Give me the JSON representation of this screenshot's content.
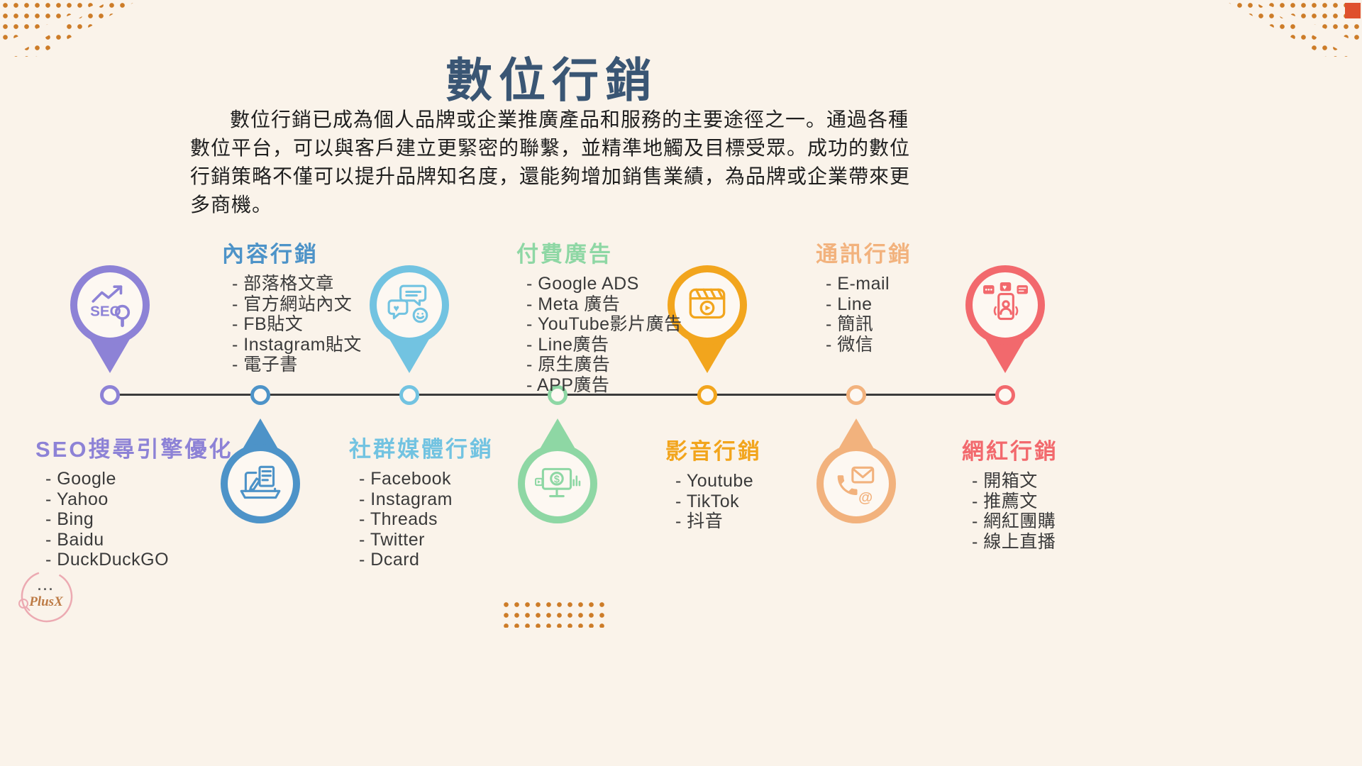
{
  "page": {
    "title": "數位行銷",
    "description": "數位行銷已成為個人品牌或企業推廣產品和服務的主要途徑之一。通過各種數位平台，可以與客戶建立更緊密的聯繫，並精準地觸及目標受眾。成功的數位行銷策略不僅可以提升品牌知名度，還能夠增加銷售業績，為品牌或企業帶來更多商機。"
  },
  "timeline": {
    "categories": [
      {
        "id": "seo",
        "title": "SEO搜尋引擎優化",
        "color": "#8d82d6",
        "icon": "seo-pin-icon",
        "items": [
          "- Google",
          "- Yahoo",
          "- Bing",
          "- Baidu",
          "- DuckDuckGO"
        ]
      },
      {
        "id": "content",
        "title": "內容行銷",
        "color": "#4d93c8",
        "icon": "content-marketing-pin-icon",
        "items": [
          "- 部落格文章",
          "- 官方網站內文",
          "- FB貼文",
          "- Instagram貼文",
          "- 電子書"
        ]
      },
      {
        "id": "social",
        "title": "社群媒體行銷",
        "color": "#72c3e1",
        "icon": "social-media-pin-icon",
        "items": [
          "- Facebook",
          "- Instagram",
          "- Threads",
          "- Twitter",
          "- Dcard"
        ]
      },
      {
        "id": "paid-ads",
        "title": "付費廣告",
        "color": "#8ed7a4",
        "icon": "paid-ads-pin-icon",
        "items": [
          "- Google  ADS",
          "- Meta 廣告",
          "- YouTube影片廣告",
          "- Line廣告",
          "- 原生廣告",
          "- APP廣告"
        ]
      },
      {
        "id": "video",
        "title": "影音行銷",
        "color": "#f2a51d",
        "icon": "video-marketing-pin-icon",
        "items": [
          "- Youtube",
          "- TikTok",
          "- 抖音"
        ]
      },
      {
        "id": "messaging",
        "title": "通訊行銷",
        "color": "#f2b27d",
        "icon": "messaging-pin-icon",
        "items": [
          "- E-mail",
          "- Line",
          "- 簡訊",
          "- 微信"
        ]
      },
      {
        "id": "influencer",
        "title": "網紅行銷",
        "color": "#f2696d",
        "icon": "influencer-pin-icon",
        "items": [
          "- 開箱文",
          "- 推薦文",
          "- 網紅團購",
          "- 線上直播"
        ]
      }
    ]
  },
  "logo": {
    "dots": "...",
    "text": "PlusX"
  }
}
